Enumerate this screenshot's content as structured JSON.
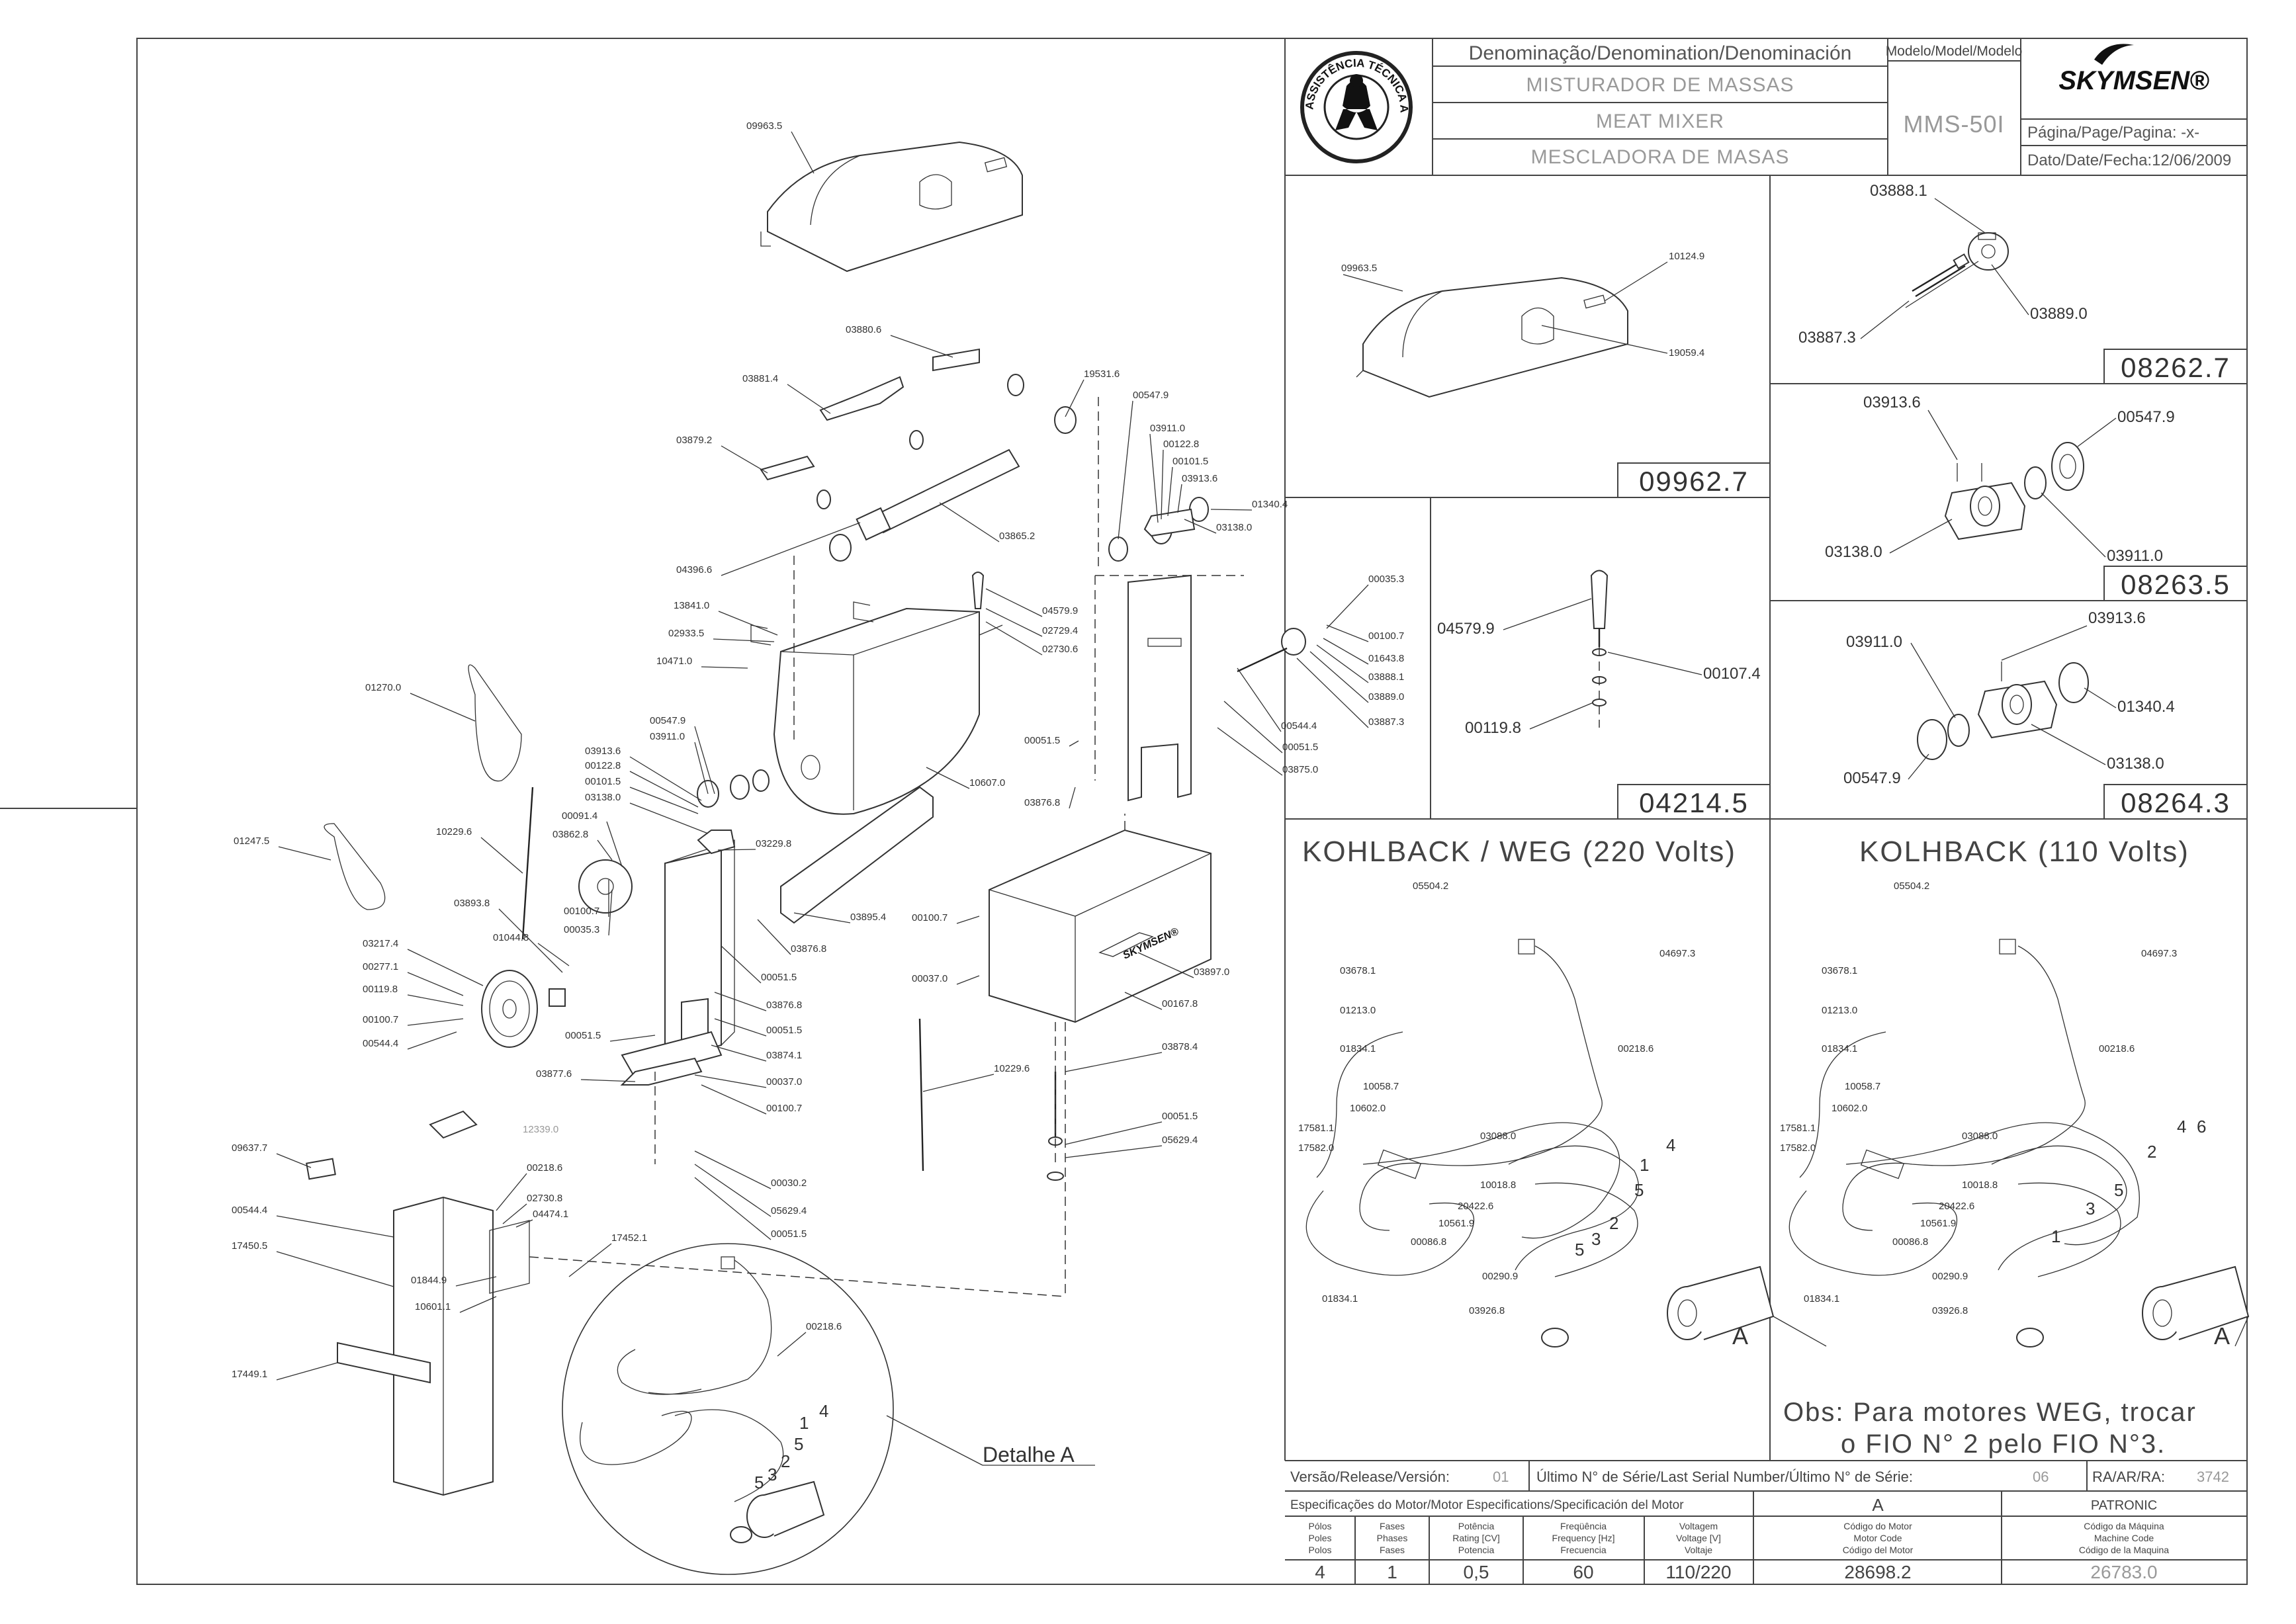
{
  "title_block": {
    "denomination_header": "Denominação/Denomination/Denominación",
    "model_header": "Modelo/Model/Modelo",
    "names": [
      "MISTURADOR DE MASSAS",
      "MEAT MIXER",
      "MESCLADORA DE MASAS"
    ],
    "model": "MMS-50I",
    "brand": "SKYMSEN®",
    "seal_text": "ASSISTÊNCIA TÉCNICA AUTORIZADA",
    "page_label": "Página/Page/Pagina: -x-",
    "date_label": "Dato/Date/Fecha:12/06/2009"
  },
  "main_labels": [
    "09963.5",
    "03880.6",
    "19531.6",
    "03881.4",
    "03879.2",
    "04396.6",
    "03865.2",
    "00547.9",
    "03911.0",
    "00122.8",
    "00101.5",
    "03913.6",
    "01340.4",
    "03138.0",
    "04579.9",
    "02729.4",
    "02730.6",
    "13841.0",
    "02933.5",
    "10471.0",
    "10607.0",
    "01270.0",
    "00547.9",
    "03911.0",
    "03913.6",
    "00122.8",
    "00101.5",
    "03138.0",
    "00091.4",
    "03862.8",
    "03229.8",
    "10229.6",
    "03893.8",
    "01247.5",
    "00100.7",
    "00035.3",
    "01044.8",
    "03217.4",
    "00277.1",
    "00119.8",
    "00100.7",
    "00544.4",
    "03895.4",
    "03876.8",
    "00051.5",
    "03876.8",
    "00051.5",
    "03874.1",
    "00051.5",
    "00037.0",
    "00100.7",
    "03877.6",
    "12339.0",
    "00035.3",
    "00100.7",
    "01643.8",
    "03888.1",
    "03889.0",
    "03887.3",
    "00544.4",
    "00051.5",
    "03875.0",
    "00051.5",
    "03876.8",
    "00100.7",
    "00037.0",
    "03897.0",
    "00167.8",
    "03878.4",
    "10229.6",
    "00051.5",
    "05629.4",
    "00030.2",
    "05629.4",
    "00051.5",
    "09637.7",
    "00218.6",
    "00544.4",
    "02730.8",
    "04474.1",
    "17450.5",
    "01844.9",
    "10601.1",
    "17452.1",
    "17449.1",
    "00218.6"
  ],
  "wire_numbers_detail": [
    "4",
    "1",
    "5",
    "2",
    "3",
    "5"
  ],
  "detail_label": "Detalhe A",
  "kits": [
    {
      "id": "09962.7",
      "labels": [
        "09963.5",
        "10124.9",
        "19059.4"
      ]
    },
    {
      "id": "08262.7",
      "labels": [
        "03888.1",
        "03889.0",
        "03887.3"
      ]
    },
    {
      "id": "08263.5",
      "labels": [
        "03913.6",
        "00547.9",
        "03138.0",
        "03911.0"
      ]
    },
    {
      "id": "04214.5",
      "labels": [
        "04579.9",
        "00107.4",
        "00119.8"
      ]
    },
    {
      "id": "08264.3",
      "labels": [
        "03911.0",
        "03913.6",
        "01340.4",
        "00547.9",
        "03138.0"
      ]
    }
  ],
  "motors": [
    {
      "title": "KOHLBACK / WEG (220 Volts)",
      "labels": [
        "05504.2",
        "04697.3",
        "03678.1",
        "01213.0",
        "00218.6",
        "01834.1",
        "10058.7",
        "10602.0",
        "03088.0",
        "17581.1",
        "17582.0",
        "10018.8",
        "20422.6",
        "10561.9",
        "00086.8",
        "01834.1",
        "00290.9",
        "03926.8"
      ],
      "wires": [
        "4",
        "1",
        "5",
        "2",
        "3",
        "5"
      ],
      "tag": "A"
    },
    {
      "title": "KOLHBACK (110 Volts)",
      "labels": [
        "05504.2",
        "04697.3",
        "03678.1",
        "01213.0",
        "00218.6",
        "01834.1",
        "10058.7",
        "10602.0",
        "03088.0",
        "17581.1",
        "17582.0",
        "10018.8",
        "20422.6",
        "10561.9",
        "00086.8",
        "01834.1",
        "00290.9",
        "03926.8"
      ],
      "wires": [
        "4",
        "6",
        "2",
        "5",
        "3",
        "1"
      ],
      "tag": "A"
    }
  ],
  "obs": [
    "Obs: Para motores WEG, trocar",
    "o FIO N° 2 pelo FIO N°3."
  ],
  "footer": {
    "version_label": "Versão/Release/Versión:",
    "version": "01",
    "serial_label": "Último N° de Série/Last Serial Number/Último N° de Série:",
    "serial": "06",
    "ra_label": "RA/AR/RA:",
    "ra": "3742",
    "spec_title": "Especificações do Motor/Motor Especifications/Specificación del Motor",
    "col_a": "A",
    "col_b": "PATRONIC",
    "headers": [
      [
        "Pólos",
        "Poles",
        "Polos"
      ],
      [
        "Fases",
        "Phases",
        "Fases"
      ],
      [
        "Potência",
        "Rating [CV]",
        "Potencia"
      ],
      [
        "Freqüência",
        "Frequency [Hz]",
        "Frecuencia"
      ],
      [
        "Voltagem",
        "Voltage [V]",
        "Voltaje"
      ],
      [
        "Código do Motor",
        "Motor Code",
        "Código del Motor"
      ],
      [
        "Código da Máquina",
        "Machine Code",
        "Código de la Maquina"
      ]
    ],
    "values": [
      "4",
      "1",
      "0,5",
      "60",
      "110/220",
      "28698.2",
      "26783.0"
    ]
  }
}
